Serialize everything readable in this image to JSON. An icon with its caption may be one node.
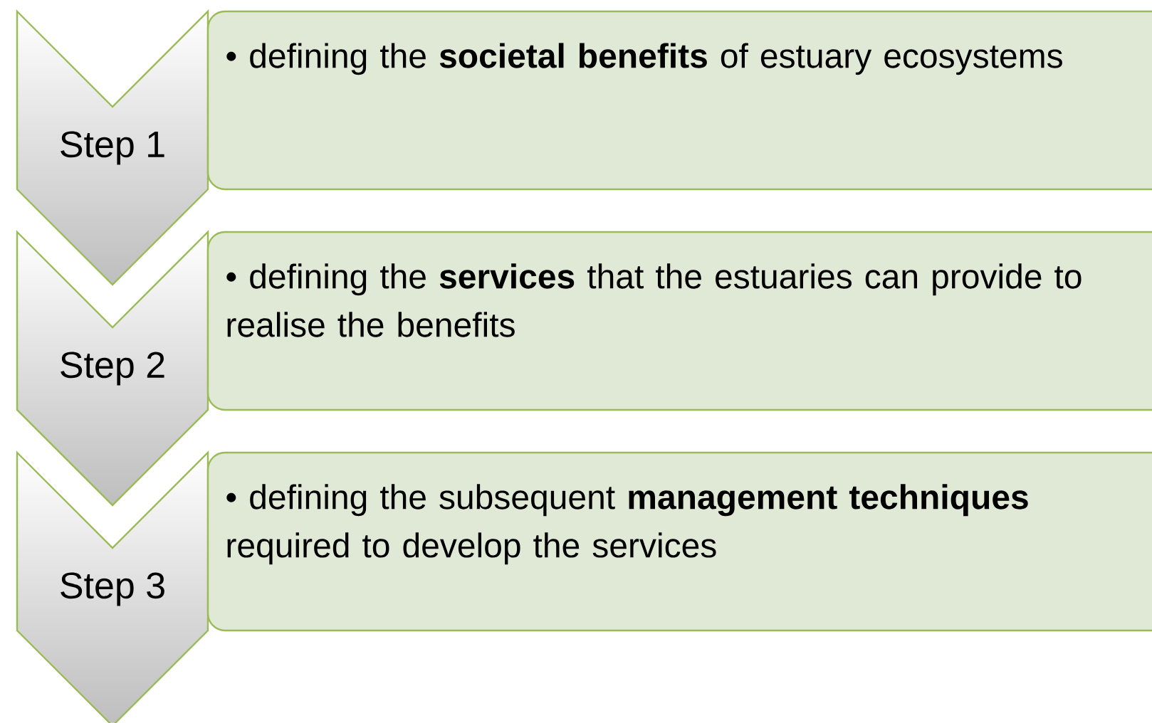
{
  "diagram": {
    "nodes": [
      {
        "text": [
          "Step 1"
        ]
      },
      {
        "text": [
          "• defining the **societal benefits** of estuary ecosystems"
        ]
      },
      {
        "text": [
          "Step 2"
        ]
      },
      {
        "text": [
          "• defining the **services** that the estuaries can provide to realise the benefits"
        ]
      },
      {
        "text": [
          "Step 3"
        ]
      },
      {
        "text": [
          "• defining the subsequent **management techniques** required to develop the services"
        ]
      }
    ]
  }
}
